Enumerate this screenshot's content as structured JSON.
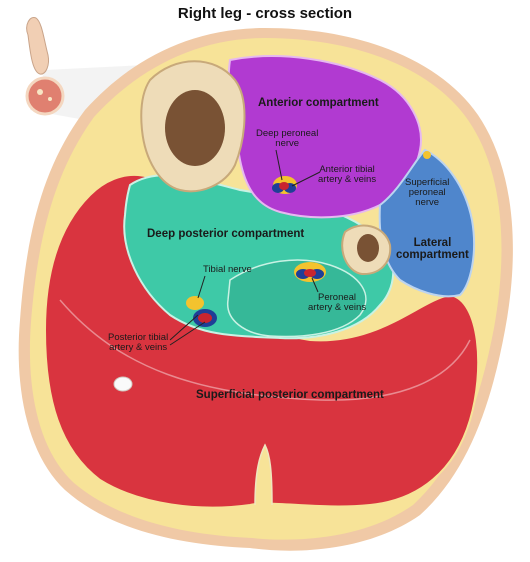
{
  "title": "Right leg - cross section",
  "labels": {
    "anterior": "Anterior compartment",
    "deep_peroneal": "Deep peroneal\nnerve",
    "anterior_tibial": "Anterior tibial\nartery & veins",
    "superficial_peroneal": "Superficial\nperoneal\nnerve",
    "lateral": "Lateral\ncompartment",
    "deep_posterior": "Deep posterior compartment",
    "tibial_nerve": "Tibial nerve",
    "peroneal": "Peroneal\nartery & veins",
    "posterior_tibial": "Posterior tibial\nartery & veins",
    "superficial_posterior": "Superficial posterior compartment"
  },
  "colors": {
    "skin": "#f0c9a6",
    "fat": "#f7e398",
    "superficial_posterior": "#d9343f",
    "deep_posterior": "#3ec9a7",
    "anterior": "#b13ad1",
    "lateral": "#4f86cc",
    "bone": "#eedcb8",
    "marrow": "#6b4226",
    "nerve": "#f3c32e",
    "artery": "#c9252f",
    "vein": "#1f3f97"
  }
}
